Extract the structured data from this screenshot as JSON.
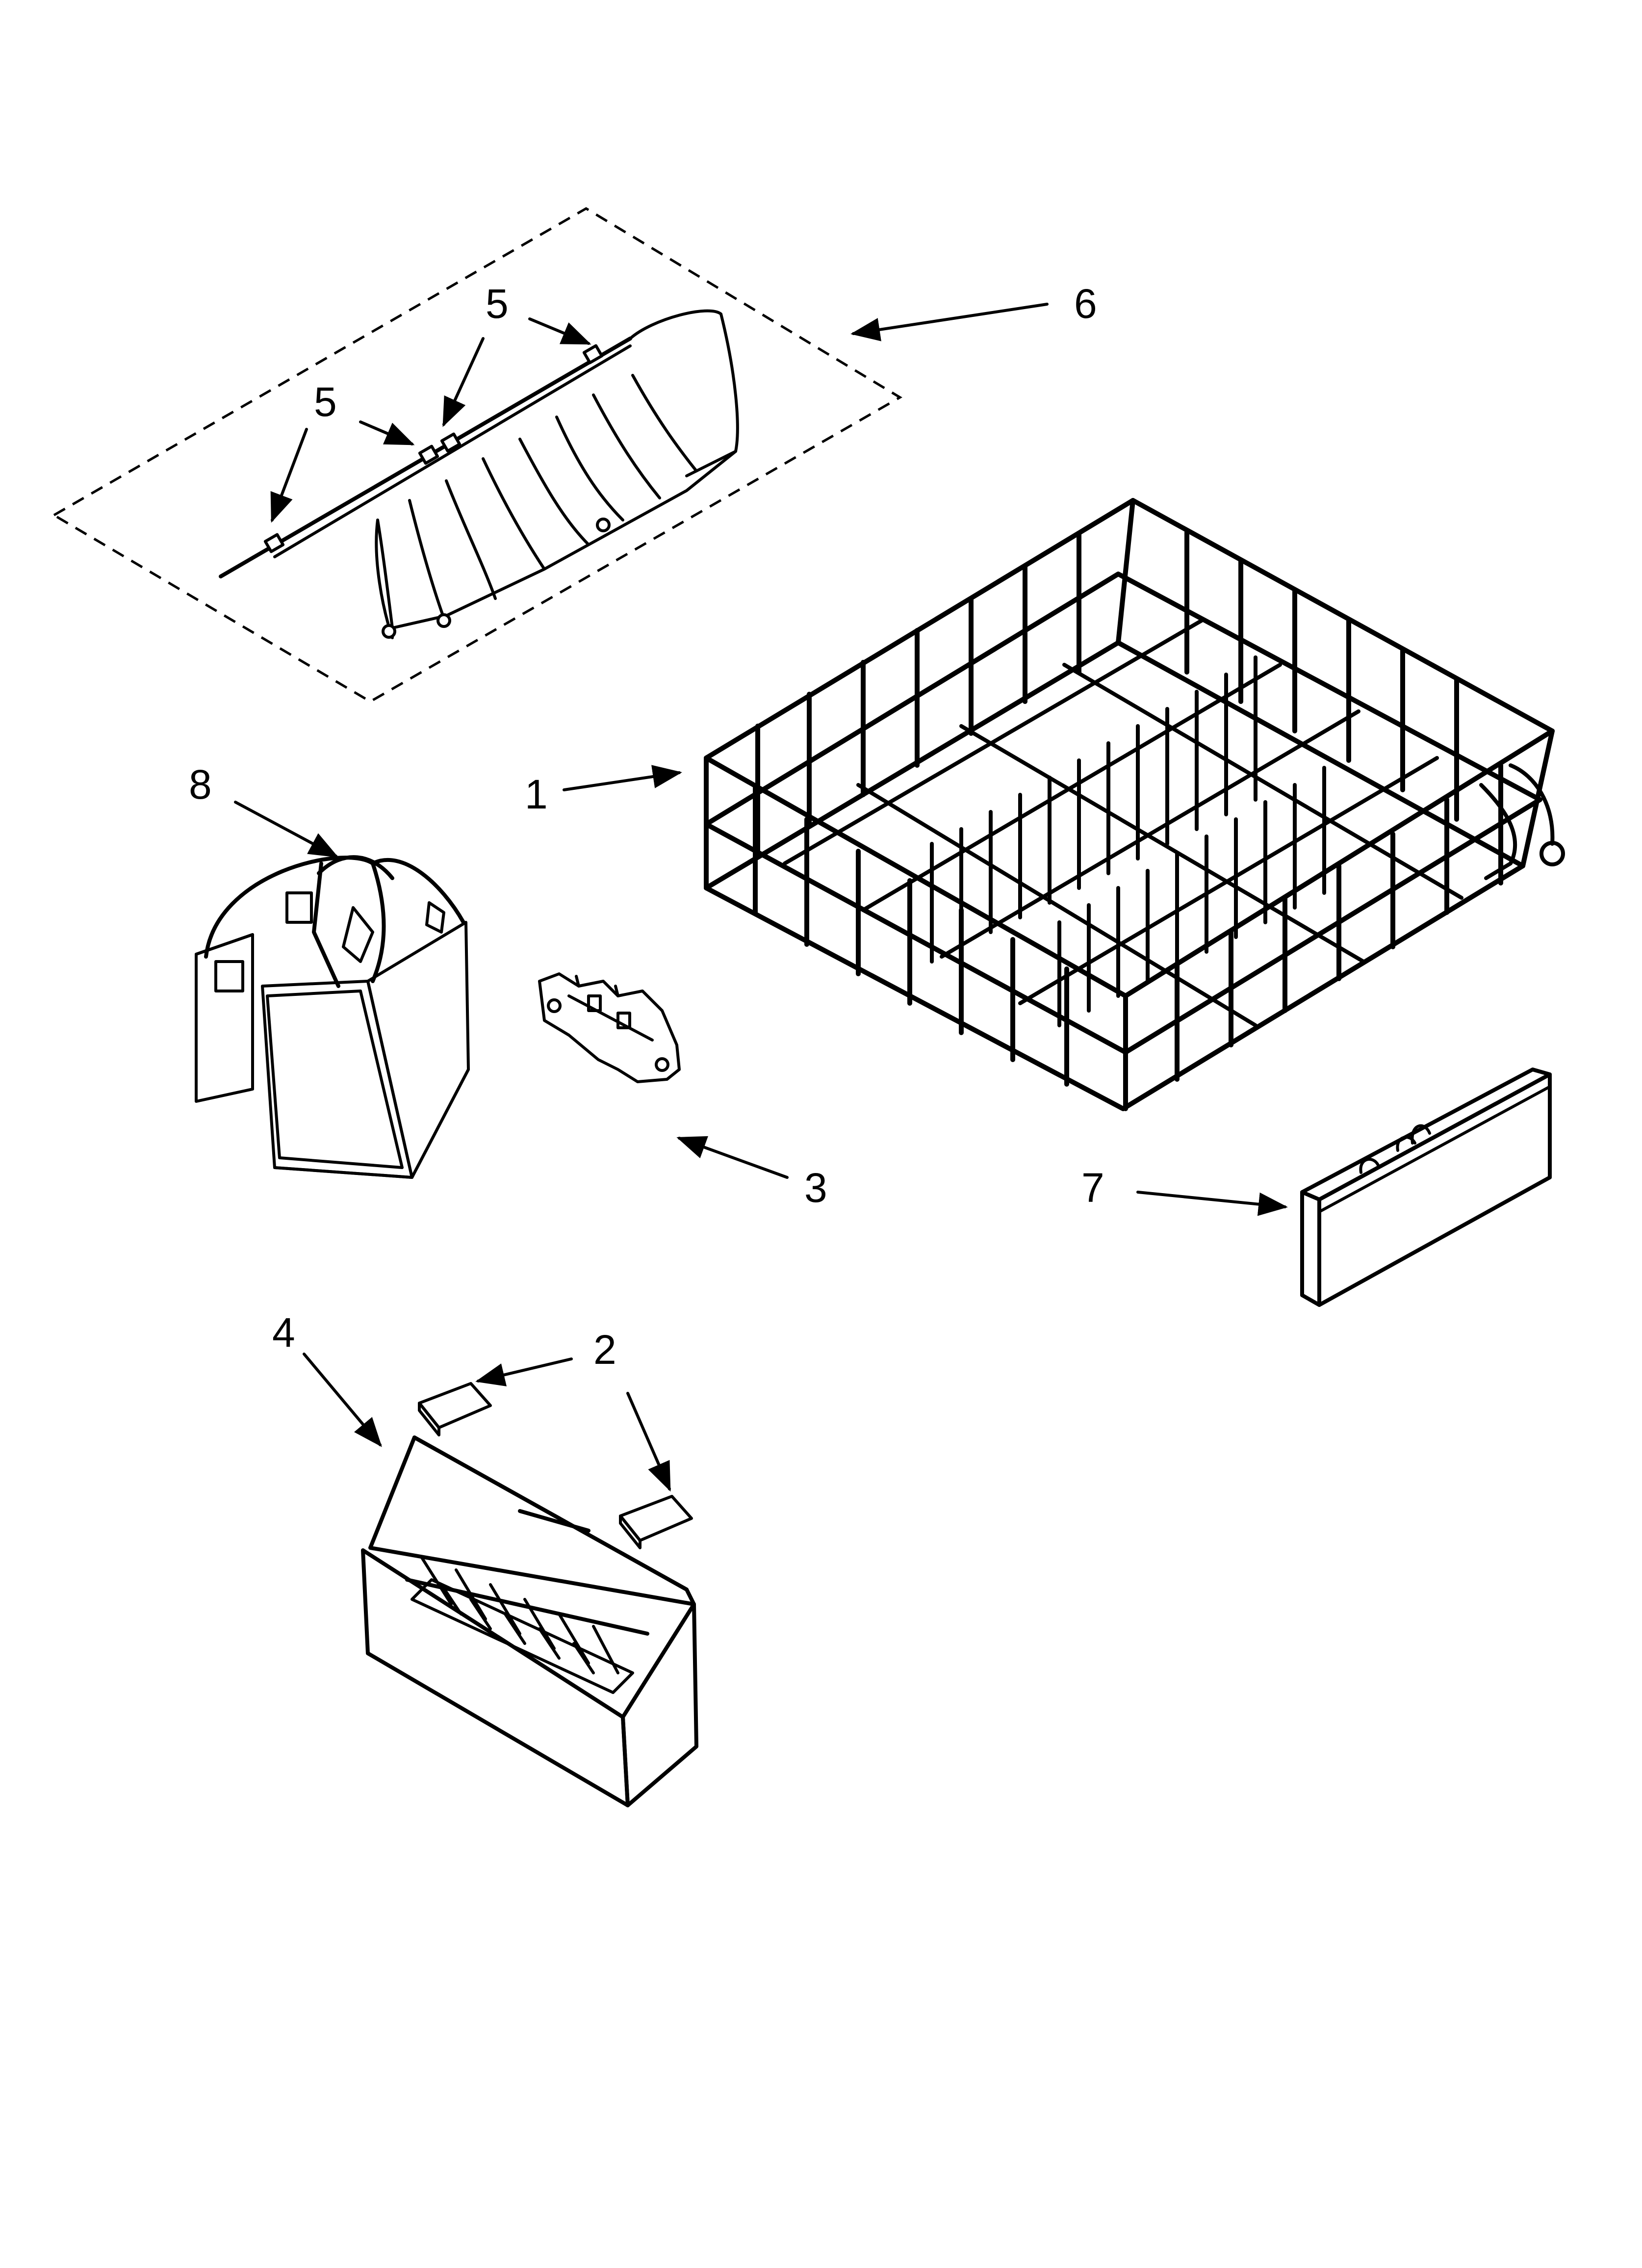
{
  "callouts": {
    "c1": "1",
    "c2": "2",
    "c3": "3",
    "c4": "4",
    "c5a": "5",
    "c5b": "5",
    "c6": "6",
    "c7": "7",
    "c8": "8"
  },
  "colors": {
    "line": "#000000",
    "background": "#ffffff"
  }
}
